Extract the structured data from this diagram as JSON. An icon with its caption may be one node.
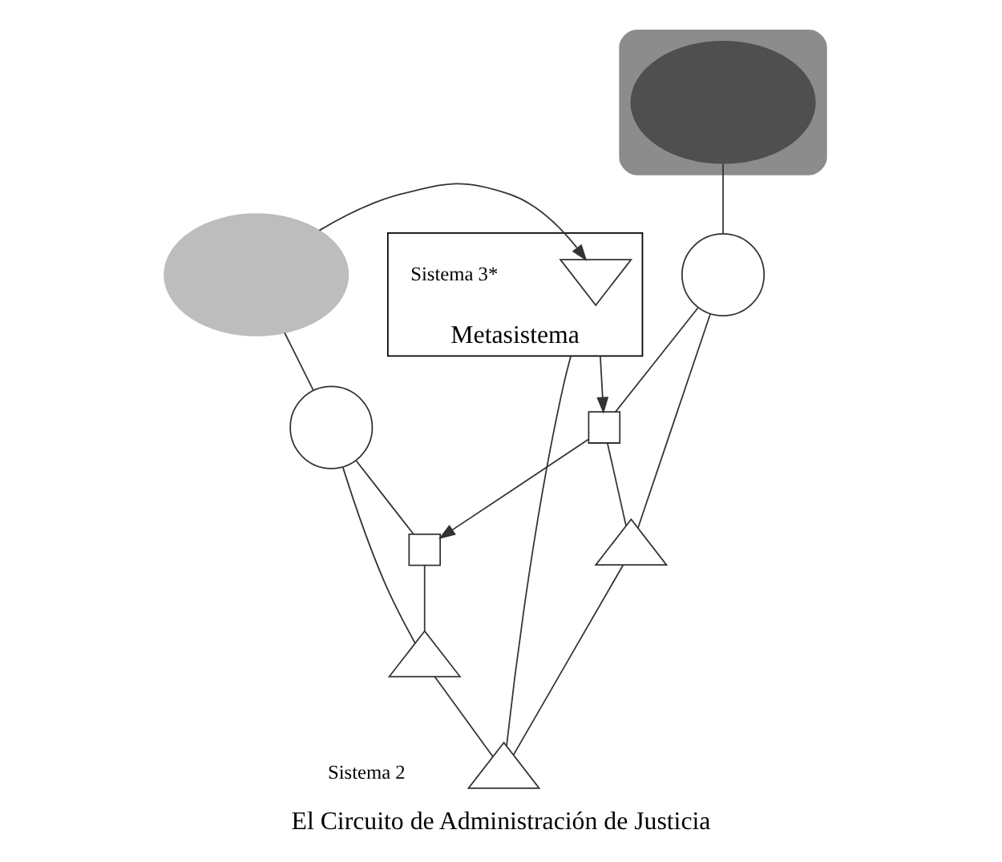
{
  "diagram": {
    "caption": "El Circuito de Administración de Justicia",
    "nodes": [
      {
        "text": [
          "Metasistema"
        ]
      },
      {
        "text": [],
        "shape": "triangle",
        "beside": [
          "Sistema 3*"
        ],
        "in": 0
      },
      {
        "text": [],
        "shape": "triangle",
        "beside": [
          "Sistema 2"
        ]
      },
      {
        "text": [],
        "shape": "box"
      },
      {
        "text": [],
        "shape": "circle"
      },
      {
        "text": [],
        "shape": "triangle"
      },
      {
        "text": [],
        "shape": "box"
      },
      {
        "text": [],
        "shape": "circle"
      },
      {
        "text": [],
        "shape": "triangle"
      },
      {
        "text": [],
        "shape": "cloud"
      },
      {
        "text": [],
        "shape": "cloud",
        "in": 9
      },
      {
        "text": [],
        "shape": "cloud"
      }
    ],
    "edges": [
      {
        "from": 0,
        "to": 3,
        "arrow": "to"
      },
      {
        "from": 3,
        "to": 6,
        "arrow": "to"
      },
      {
        "from": 4,
        "to": 3,
        "arrow": "none"
      },
      {
        "from": 3,
        "to": 5,
        "arrow": "none"
      },
      {
        "from": 4,
        "to": 5,
        "arrow": "none"
      },
      {
        "from": 5,
        "to": 2,
        "arrow": "none"
      },
      {
        "from": 7,
        "to": 6,
        "arrow": "none"
      },
      {
        "from": 6,
        "to": 8,
        "arrow": "none"
      },
      {
        "from": 7,
        "to": 8,
        "arrow": "none"
      },
      {
        "from": 8,
        "to": 2,
        "arrow": "none"
      },
      {
        "from": 2,
        "to": 0,
        "arrow": "none"
      },
      {
        "from": 10,
        "to": 4,
        "arrow": "none"
      },
      {
        "from": 11,
        "to": 7,
        "arrow": "none"
      },
      {
        "from": 11,
        "to": 1,
        "arrow": "to"
      }
    ]
  }
}
